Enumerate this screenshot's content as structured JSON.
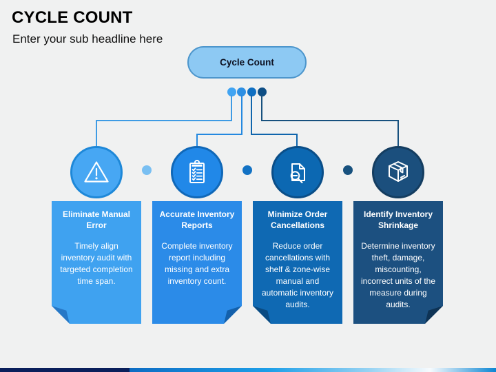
{
  "slide": {
    "title": "CYCLE COUNT",
    "subtitle": "Enter your sub headline here",
    "hub": {
      "label": "Cycle Count",
      "fill": "#8dc9f3",
      "border": "#4d96cc"
    }
  },
  "items": [
    {
      "title": "Eliminate Manual Error",
      "body": "Timely align inventory audit with targeted completion time span.",
      "icon": "warning-triangle-icon",
      "fold_side": "left",
      "colors": {
        "card": "#3fa2f0",
        "fold": "#2778c6",
        "circle": "#47a7f3",
        "ring": "#1e88d8",
        "connector": "#3e9be4",
        "hub_dot": "#41a4f2"
      }
    },
    {
      "title": "Accurate Inventory Reports",
      "body": "Complete inventory report including missing and extra inventory count.",
      "icon": "checklist-clipboard-icon",
      "fold_side": "right",
      "colors": {
        "card": "#2b8be8",
        "fold": "#1360ab",
        "circle": "#2188e8",
        "ring": "#1068b8",
        "connector": "#2489e0",
        "hub_dot": "#2d8fe3"
      }
    },
    {
      "title": "Minimize Order Cancellations",
      "body": "Reduce order cancellations with shelf & zone-wise manual and automatic inventory audits.",
      "icon": "document-search-icon",
      "fold_side": "left",
      "colors": {
        "card": "#0f69b3",
        "fold": "#0a4b82",
        "circle": "#0c68b2",
        "ring": "#0a4e88",
        "connector": "#0f65ac",
        "hub_dot": "#0f6fc2"
      }
    },
    {
      "title": "Identify Inventory Shrinkage",
      "body": "Determine inventory theft, damage, miscounting, incorrect units of the measure during audits.",
      "icon": "package-box-icon",
      "fold_side": "right",
      "colors": {
        "card": "#1c5080",
        "fold": "#0e3355",
        "circle": "#1b4f7d",
        "ring": "#143d60",
        "connector": "#17517e",
        "hub_dot": "#0e4e85"
      }
    }
  ],
  "separator_dots": [
    "#79bff2",
    "#1272c4",
    "#17517e"
  ],
  "footer_bar": {
    "left_color": "#0a1f5b",
    "gradient_colors": [
      "#0d6cc3",
      "#1d9fe8",
      "#9ad4f3",
      "#f7fbfe",
      "#0c86d3"
    ]
  }
}
